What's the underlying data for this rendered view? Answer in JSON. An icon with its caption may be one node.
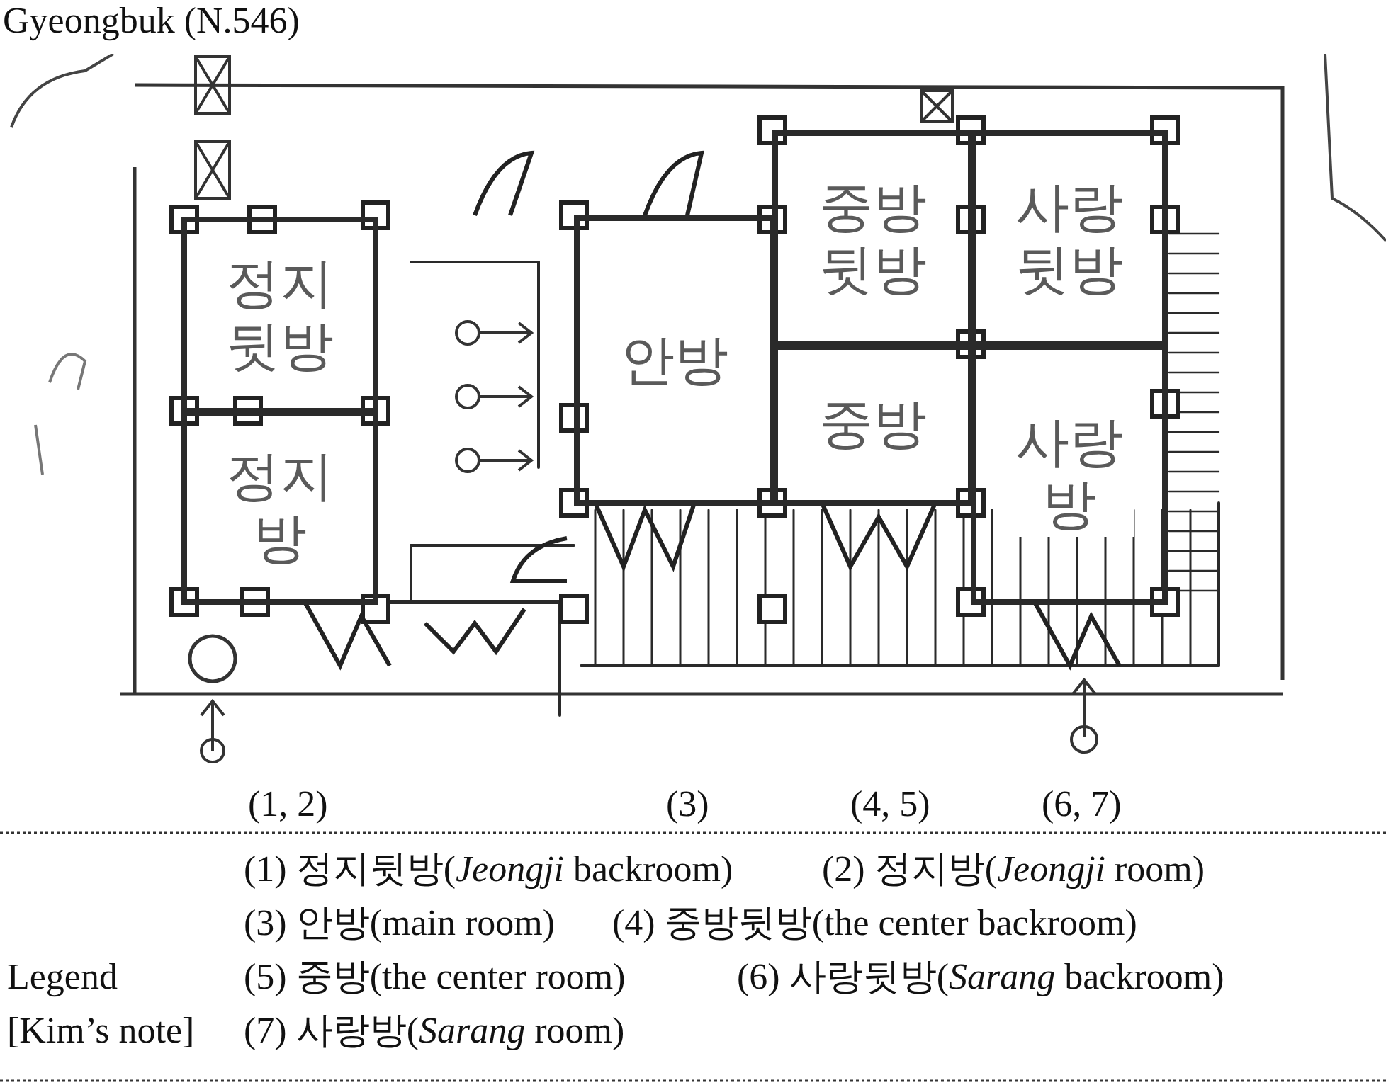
{
  "diagram": {
    "title": "Gyeongbuk (N.546)",
    "nodes": [
      {
        "text": [
          "정지뒷방"
        ]
      },
      {
        "text": [
          "정지방"
        ]
      },
      {
        "text": [
          "안방"
        ]
      },
      {
        "text": [
          "중방뒷방"
        ]
      },
      {
        "text": [
          "사랑뒷방"
        ]
      },
      {
        "text": [
          "중방"
        ]
      },
      {
        "text": [
          "사랑방"
        ]
      }
    ],
    "labels": [
      "(1, 2)",
      "(3)",
      "(4, 5)",
      "(6, 7)",
      "(1) 정지뒷방(*Jeongji* backroom)",
      "(2) 정지방(*Jeongji* room)",
      "(3) 안방(main room)",
      "(4) 중방뒷방(the center backroom)",
      "Legend",
      "(5) 중방(the center room)",
      "(6) 사랑뒷방(*Sarang* backroom)",
      "[Kim’s note]",
      "(7) 사랑방(*Sarang* room)"
    ]
  }
}
